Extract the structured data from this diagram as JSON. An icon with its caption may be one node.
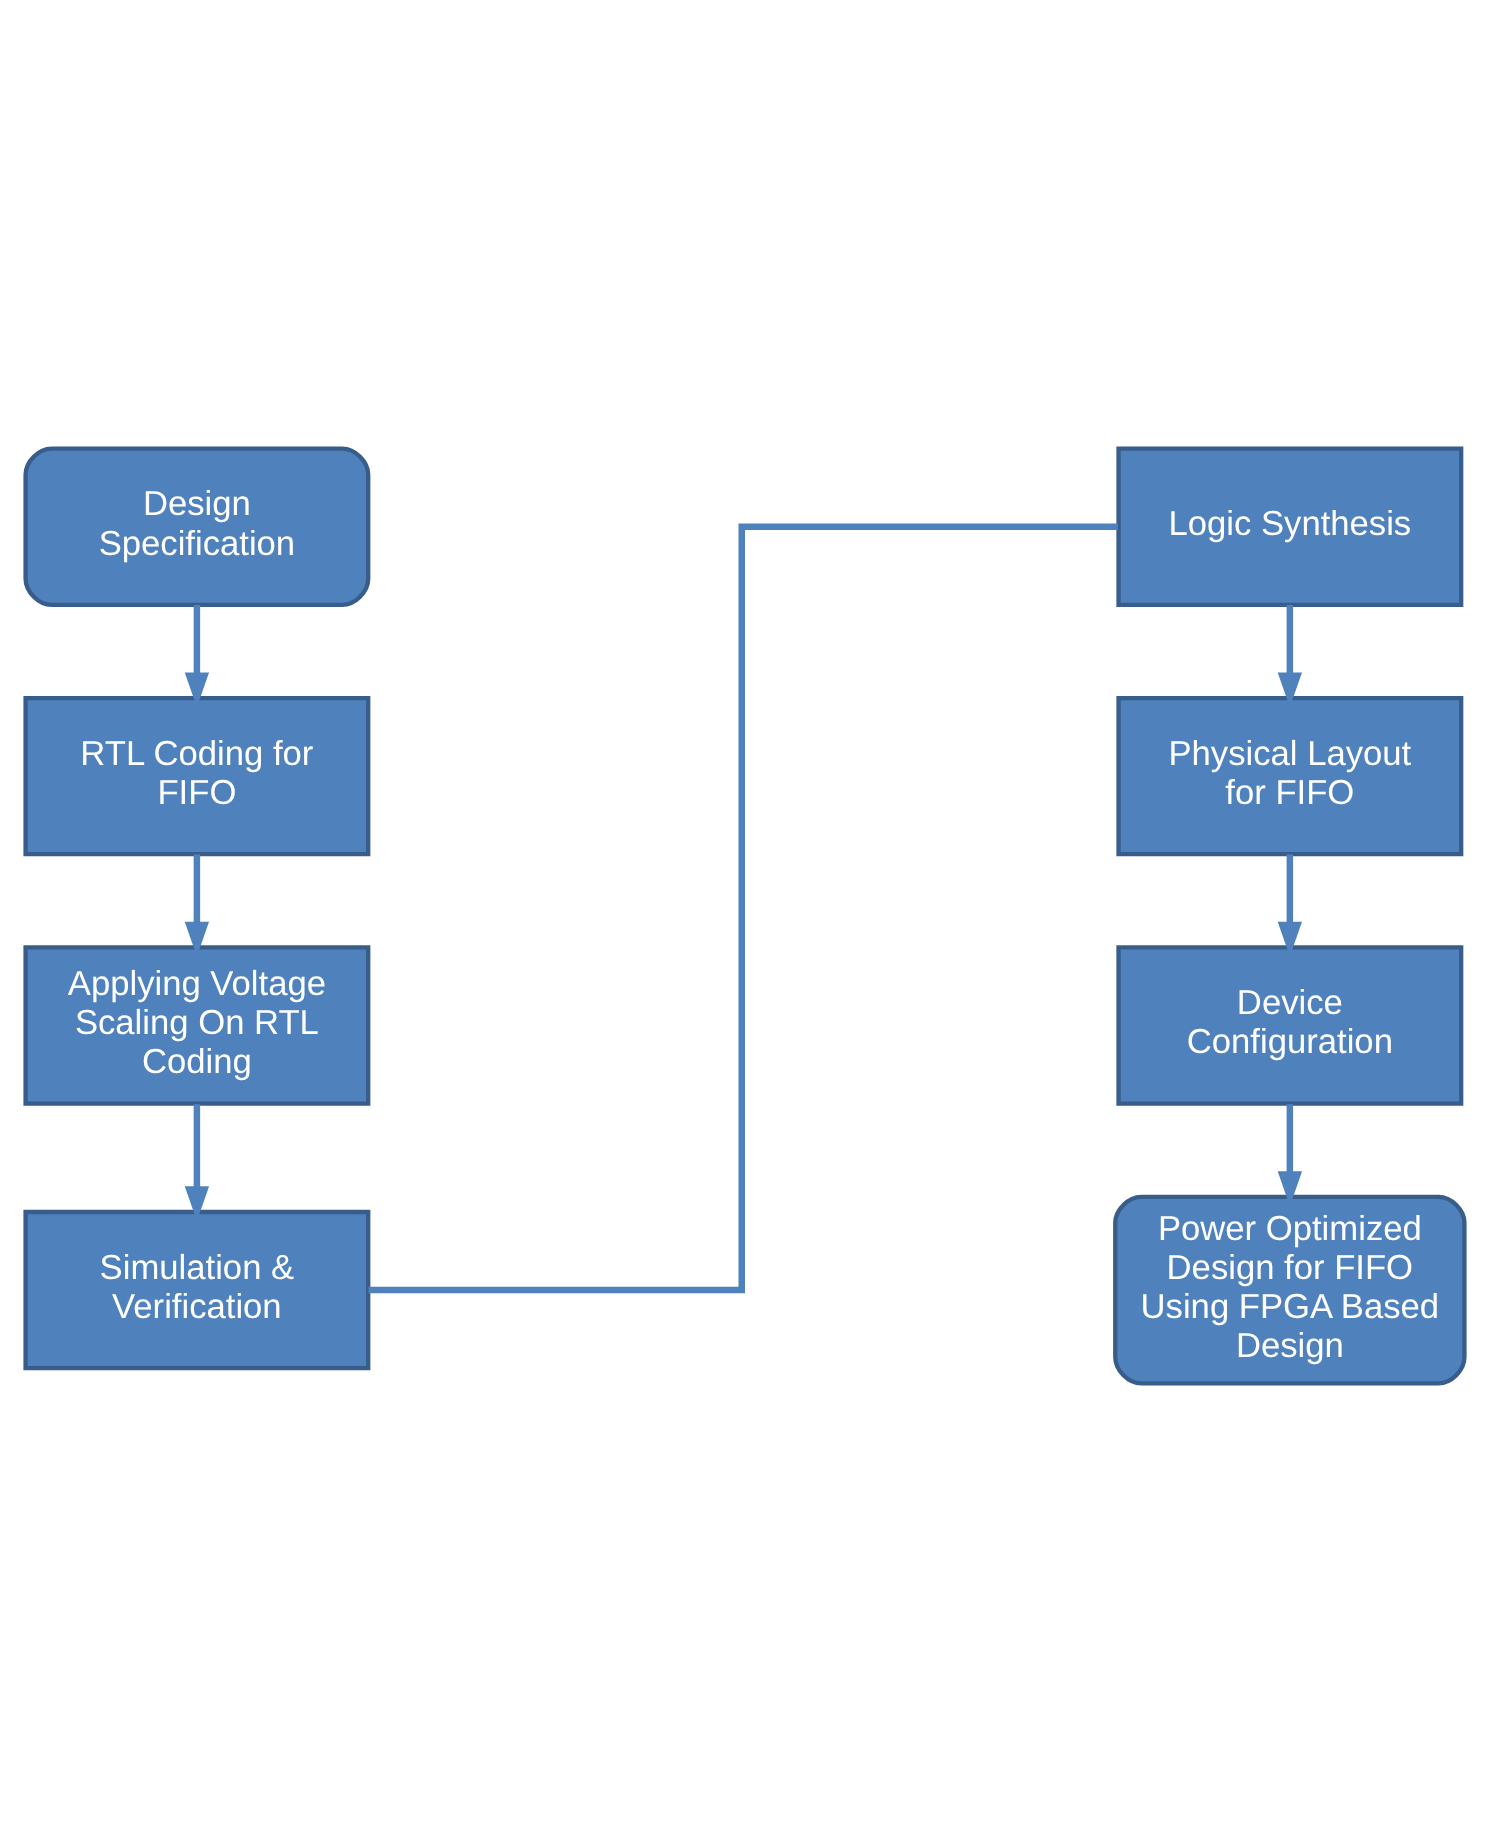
{
  "diagram": {
    "nodes": [
      {
        "text": [
          "Design Specification"
        ]
      },
      {
        "text": [
          "RTL Coding for FIFO"
        ]
      },
      {
        "text": [
          "Applying Voltage Scaling On RTL Coding"
        ]
      },
      {
        "text": [
          "Simulation & Verification"
        ]
      },
      {
        "text": [
          "Logic Synthesis"
        ]
      },
      {
        "text": [
          "Physical Layout for FIFO"
        ]
      },
      {
        "text": [
          "Device Configuration"
        ]
      },
      {
        "text": [
          "Power Optimized Design for FIFO Using FPGA Based Design"
        ]
      }
    ],
    "edges": [
      {
        "from": 0,
        "to": 1,
        "arrow": "to"
      },
      {
        "from": 1,
        "to": 2,
        "arrow": "to"
      },
      {
        "from": 2,
        "to": 3,
        "arrow": "to"
      },
      {
        "from": 3,
        "to": 4,
        "arrow": "none"
      },
      {
        "from": 4,
        "to": 5,
        "arrow": "to"
      },
      {
        "from": 5,
        "to": 6,
        "arrow": "to"
      },
      {
        "from": 6,
        "to": 7,
        "arrow": "to"
      }
    ]
  }
}
